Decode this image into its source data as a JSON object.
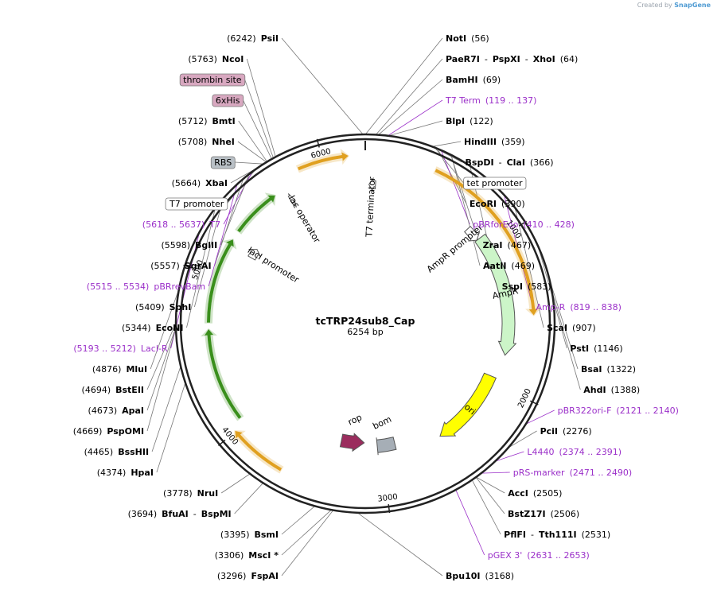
{
  "title": "tcTRP24sub8_Cap",
  "length_label": "6254 bp",
  "brand": {
    "prefix": "Created by",
    "name": "SnapGene"
  },
  "total_bp": 6254,
  "ticks": [
    {
      "bp": 1000,
      "label": "1000"
    },
    {
      "bp": 2000,
      "label": "2000"
    },
    {
      "bp": 3000,
      "label": "3000"
    },
    {
      "bp": 4000,
      "label": "4000"
    },
    {
      "bp": 5000,
      "label": "5000"
    },
    {
      "bp": 6000,
      "label": "6000"
    }
  ],
  "features": [
    {
      "name": "T7 terminator",
      "start": 26,
      "end": 73,
      "strand": -1,
      "type": "terminator",
      "color": "#ffffff"
    },
    {
      "name": "AmpR promoter",
      "start": 820,
      "end": 924,
      "strand": 1,
      "type": "promoter",
      "color": "#ffffff"
    },
    {
      "name": "AmpR",
      "start": 925,
      "end": 1785,
      "strand": 1,
      "type": "cds",
      "color": "#ccf5c8"
    },
    {
      "name": "ori",
      "start": 1956,
      "end": 2544,
      "strand": 1,
      "type": "origin",
      "color": "#ffff00"
    },
    {
      "name": "bom",
      "start": 2887,
      "end": 3030,
      "strand": 0,
      "type": "misc",
      "color": "#a6aeb6"
    },
    {
      "name": "rop",
      "start": 3136,
      "end": 3327,
      "strand": -1,
      "type": "cds",
      "color": "#9b2d5e"
    },
    {
      "name": "lacI promoter",
      "start": 5212,
      "end": 5289,
      "strand": 1,
      "type": "promoter",
      "color": "#ffffff"
    },
    {
      "name": "lac operator",
      "start": 5713,
      "end": 5737,
      "strand": 1,
      "type": "misc",
      "color": "#ffffff"
    }
  ],
  "orfs": [
    {
      "start": 430,
      "end": 1510,
      "color": "#e0a020"
    },
    {
      "start": 3650,
      "end": 4000,
      "color": "#e0a020"
    },
    {
      "start": 4050,
      "end": 4650,
      "color": "#3a8f1c"
    },
    {
      "start": 4700,
      "end": 5250,
      "color": "#3a8f1c"
    },
    {
      "start": 5320,
      "end": 5640,
      "color": "#3a8f1c"
    },
    {
      "start": 5850,
      "end": 6150,
      "color": "#e0a020"
    }
  ],
  "labels": [
    {
      "bp": 6242,
      "anchor": "end",
      "parts": [
        {
          "t": "(6242)",
          "c": "num"
        },
        {
          "t": "PsiI",
          "c": "name"
        }
      ]
    },
    {
      "bp": 1,
      "anchor": "start",
      "parts": [
        {
          "t": "NotI",
          "c": "name"
        },
        {
          "t": "(56)",
          "c": "num"
        }
      ]
    },
    {
      "bp": 56,
      "anchor": "start",
      "parts": [
        {
          "t": "PaeR7I",
          "c": "name"
        },
        {
          "t": "-",
          "c": "num"
        },
        {
          "t": "PspXI",
          "c": "name"
        },
        {
          "t": "-",
          "c": "num"
        },
        {
          "t": "XhoI",
          "c": "name"
        },
        {
          "t": "(64)",
          "c": "num"
        }
      ]
    },
    {
      "bp": 69,
      "anchor": "start",
      "parts": [
        {
          "t": "BamHI",
          "c": "name"
        },
        {
          "t": "(69)",
          "c": "num"
        }
      ]
    },
    {
      "bp": 122,
      "anchor": "start",
      "parts": [
        {
          "t": "BlpI",
          "c": "name"
        },
        {
          "t": "(122)",
          "c": "num"
        }
      ]
    },
    {
      "bp": 119,
      "anchor": "start",
      "parts": [
        {
          "t": "T7 Term",
          "c": "purple"
        },
        {
          "t": "(119 .. 137)",
          "c": "purple"
        }
      ]
    },
    {
      "bp": 359,
      "anchor": "start",
      "parts": [
        {
          "t": "HindIII",
          "c": "name"
        },
        {
          "t": "(359)",
          "c": "num"
        }
      ]
    },
    {
      "bp": 366,
      "anchor": "start",
      "parts": [
        {
          "t": "BspDI",
          "c": "name"
        },
        {
          "t": "-",
          "c": "num"
        },
        {
          "t": "ClaI",
          "c": "name"
        },
        {
          "t": "(366)",
          "c": "num"
        }
      ]
    },
    {
      "bp": 375,
      "anchor": "start",
      "parts": [
        {
          "t": "tet promoter",
          "c": "boxed"
        }
      ]
    },
    {
      "bp": 390,
      "anchor": "start",
      "parts": [
        {
          "t": "EcoRI",
          "c": "name"
        },
        {
          "t": "(390)",
          "c": "num"
        }
      ]
    },
    {
      "bp": 410,
      "anchor": "start",
      "parts": [
        {
          "t": "pBRforEco",
          "c": "purple"
        },
        {
          "t": "(410 .. 428)",
          "c": "purple"
        }
      ]
    },
    {
      "bp": 467,
      "anchor": "start",
      "parts": [
        {
          "t": "ZraI",
          "c": "name"
        },
        {
          "t": "(467)",
          "c": "num"
        }
      ]
    },
    {
      "bp": 469,
      "anchor": "start",
      "parts": [
        {
          "t": "AatII",
          "c": "name"
        },
        {
          "t": "(469)",
          "c": "num"
        }
      ]
    },
    {
      "bp": 583,
      "anchor": "start",
      "parts": [
        {
          "t": "SspI",
          "c": "name"
        },
        {
          "t": "(583)",
          "c": "num"
        }
      ]
    },
    {
      "bp": 819,
      "anchor": "start",
      "parts": [
        {
          "t": "Amp-R",
          "c": "purple"
        },
        {
          "t": "(819 .. 838)",
          "c": "purple"
        }
      ]
    },
    {
      "bp": 907,
      "anchor": "start",
      "parts": [
        {
          "t": "ScaI",
          "c": "name"
        },
        {
          "t": "(907)",
          "c": "num"
        }
      ]
    },
    {
      "bp": 1146,
      "anchor": "start",
      "parts": [
        {
          "t": "PstI",
          "c": "name"
        },
        {
          "t": "(1146)",
          "c": "num"
        }
      ]
    },
    {
      "bp": 1322,
      "anchor": "start",
      "parts": [
        {
          "t": "BsaI",
          "c": "name"
        },
        {
          "t": "(1322)",
          "c": "num"
        }
      ]
    },
    {
      "bp": 1388,
      "anchor": "start",
      "parts": [
        {
          "t": "AhdI",
          "c": "name"
        },
        {
          "t": "(1388)",
          "c": "num"
        }
      ]
    },
    {
      "bp": 2121,
      "anchor": "start",
      "parts": [
        {
          "t": "pBR322ori-F",
          "c": "purple"
        },
        {
          "t": "(2121 .. 2140)",
          "c": "purple"
        }
      ]
    },
    {
      "bp": 2276,
      "anchor": "start",
      "parts": [
        {
          "t": "PciI",
          "c": "name"
        },
        {
          "t": "(2276)",
          "c": "num"
        }
      ]
    },
    {
      "bp": 2374,
      "anchor": "start",
      "parts": [
        {
          "t": "L4440",
          "c": "purple"
        },
        {
          "t": "(2374 .. 2391)",
          "c": "purple"
        }
      ]
    },
    {
      "bp": 2471,
      "anchor": "start",
      "parts": [
        {
          "t": "pRS-marker",
          "c": "purple"
        },
        {
          "t": "(2471 .. 2490)",
          "c": "purple"
        }
      ]
    },
    {
      "bp": 2505,
      "anchor": "start",
      "parts": [
        {
          "t": "AccI",
          "c": "name"
        },
        {
          "t": "(2505)",
          "c": "num"
        }
      ]
    },
    {
      "bp": 2506,
      "anchor": "start",
      "parts": [
        {
          "t": "BstZ17I",
          "c": "name"
        },
        {
          "t": "(2506)",
          "c": "num"
        }
      ]
    },
    {
      "bp": 2531,
      "anchor": "start",
      "parts": [
        {
          "t": "PflFI",
          "c": "name"
        },
        {
          "t": "-",
          "c": "num"
        },
        {
          "t": "Tth111I",
          "c": "name"
        },
        {
          "t": "(2531)",
          "c": "num"
        }
      ]
    },
    {
      "bp": 2631,
      "anchor": "start",
      "parts": [
        {
          "t": "pGEX 3'",
          "c": "purple"
        },
        {
          "t": "(2631 .. 2653)",
          "c": "purple"
        }
      ]
    },
    {
      "bp": 3168,
      "anchor": "start",
      "parts": [
        {
          "t": "Bpu10I",
          "c": "name"
        },
        {
          "t": "(3168)",
          "c": "num"
        }
      ]
    },
    {
      "bp": 3296,
      "anchor": "end",
      "parts": [
        {
          "t": "(3296)",
          "c": "num"
        },
        {
          "t": "FspAI",
          "c": "name"
        }
      ]
    },
    {
      "bp": 3306,
      "anchor": "end",
      "parts": [
        {
          "t": "(3306)",
          "c": "num"
        },
        {
          "t": "MscI *",
          "c": "name"
        }
      ]
    },
    {
      "bp": 3395,
      "anchor": "end",
      "parts": [
        {
          "t": "(3395)",
          "c": "num"
        },
        {
          "t": "BsmI",
          "c": "name"
        }
      ]
    },
    {
      "bp": 3694,
      "anchor": "end",
      "parts": [
        {
          "t": "(3694)",
          "c": "num"
        },
        {
          "t": "BfuAI",
          "c": "name"
        },
        {
          "t": "-",
          "c": "num"
        },
        {
          "t": "BspMI",
          "c": "name"
        }
      ]
    },
    {
      "bp": 3778,
      "anchor": "end",
      "parts": [
        {
          "t": "(3778)",
          "c": "num"
        },
        {
          "t": "NruI",
          "c": "name"
        }
      ]
    },
    {
      "bp": 4374,
      "anchor": "end",
      "parts": [
        {
          "t": "(4374)",
          "c": "num"
        },
        {
          "t": "HpaI",
          "c": "name"
        }
      ]
    },
    {
      "bp": 4465,
      "anchor": "end",
      "parts": [
        {
          "t": "(4465)",
          "c": "num"
        },
        {
          "t": "BssHII",
          "c": "name"
        }
      ]
    },
    {
      "bp": 4669,
      "anchor": "end",
      "parts": [
        {
          "t": "(4669)",
          "c": "num"
        },
        {
          "t": "PspOMI",
          "c": "name"
        }
      ]
    },
    {
      "bp": 4673,
      "anchor": "end",
      "parts": [
        {
          "t": "(4673)",
          "c": "num"
        },
        {
          "t": "ApaI",
          "c": "name"
        }
      ]
    },
    {
      "bp": 4694,
      "anchor": "end",
      "parts": [
        {
          "t": "(4694)",
          "c": "num"
        },
        {
          "t": "BstEII",
          "c": "name"
        }
      ]
    },
    {
      "bp": 4876,
      "anchor": "end",
      "parts": [
        {
          "t": "(4876)",
          "c": "num"
        },
        {
          "t": "MluI",
          "c": "name"
        }
      ]
    },
    {
      "bp": 5193,
      "anchor": "end",
      "parts": [
        {
          "t": "(5193 .. 5212)",
          "c": "purple"
        },
        {
          "t": "LacI-R",
          "c": "purple"
        }
      ]
    },
    {
      "bp": 5344,
      "anchor": "end",
      "parts": [
        {
          "t": "(5344)",
          "c": "num"
        },
        {
          "t": "EcoNI",
          "c": "name"
        }
      ]
    },
    {
      "bp": 5409,
      "anchor": "end",
      "parts": [
        {
          "t": "(5409)",
          "c": "num"
        },
        {
          "t": "SphI",
          "c": "name"
        }
      ]
    },
    {
      "bp": 5515,
      "anchor": "end",
      "parts": [
        {
          "t": "(5515 .. 5534)",
          "c": "purple"
        },
        {
          "t": "pBRrevBam",
          "c": "purple"
        }
      ]
    },
    {
      "bp": 5557,
      "anchor": "end",
      "parts": [
        {
          "t": "(5557)",
          "c": "num"
        },
        {
          "t": "SgrAI",
          "c": "name"
        }
      ]
    },
    {
      "bp": 5598,
      "anchor": "end",
      "parts": [
        {
          "t": "(5598)",
          "c": "num"
        },
        {
          "t": "BglII",
          "c": "name"
        }
      ]
    },
    {
      "bp": 5618,
      "anchor": "end",
      "parts": [
        {
          "t": "(5618 .. 5637)",
          "c": "purple"
        },
        {
          "t": "T7",
          "c": "purple"
        }
      ]
    },
    {
      "bp": 5640,
      "anchor": "end",
      "parts": [
        {
          "t": "T7 promoter",
          "c": "boxed"
        }
      ]
    },
    {
      "bp": 5664,
      "anchor": "end",
      "parts": [
        {
          "t": "(5664)",
          "c": "num"
        },
        {
          "t": "XbaI",
          "c": "name"
        }
      ]
    },
    {
      "bp": 5690,
      "anchor": "end",
      "parts": [
        {
          "t": "RBS",
          "c": "boxgray"
        }
      ]
    },
    {
      "bp": 5708,
      "anchor": "end",
      "parts": [
        {
          "t": "(5708)",
          "c": "num"
        },
        {
          "t": "NheI",
          "c": "name"
        }
      ]
    },
    {
      "bp": 5712,
      "anchor": "end",
      "parts": [
        {
          "t": "(5712)",
          "c": "num"
        },
        {
          "t": "BmtI",
          "c": "name"
        }
      ]
    },
    {
      "bp": 5740,
      "anchor": "end",
      "parts": [
        {
          "t": "6xHis",
          "c": "boxpink"
        }
      ]
    },
    {
      "bp": 5750,
      "anchor": "end",
      "parts": [
        {
          "t": "thrombin site",
          "c": "boxpink"
        }
      ]
    },
    {
      "bp": 5763,
      "anchor": "end",
      "parts": [
        {
          "t": "(5763)",
          "c": "num"
        },
        {
          "t": "NcoI",
          "c": "name"
        }
      ]
    }
  ]
}
